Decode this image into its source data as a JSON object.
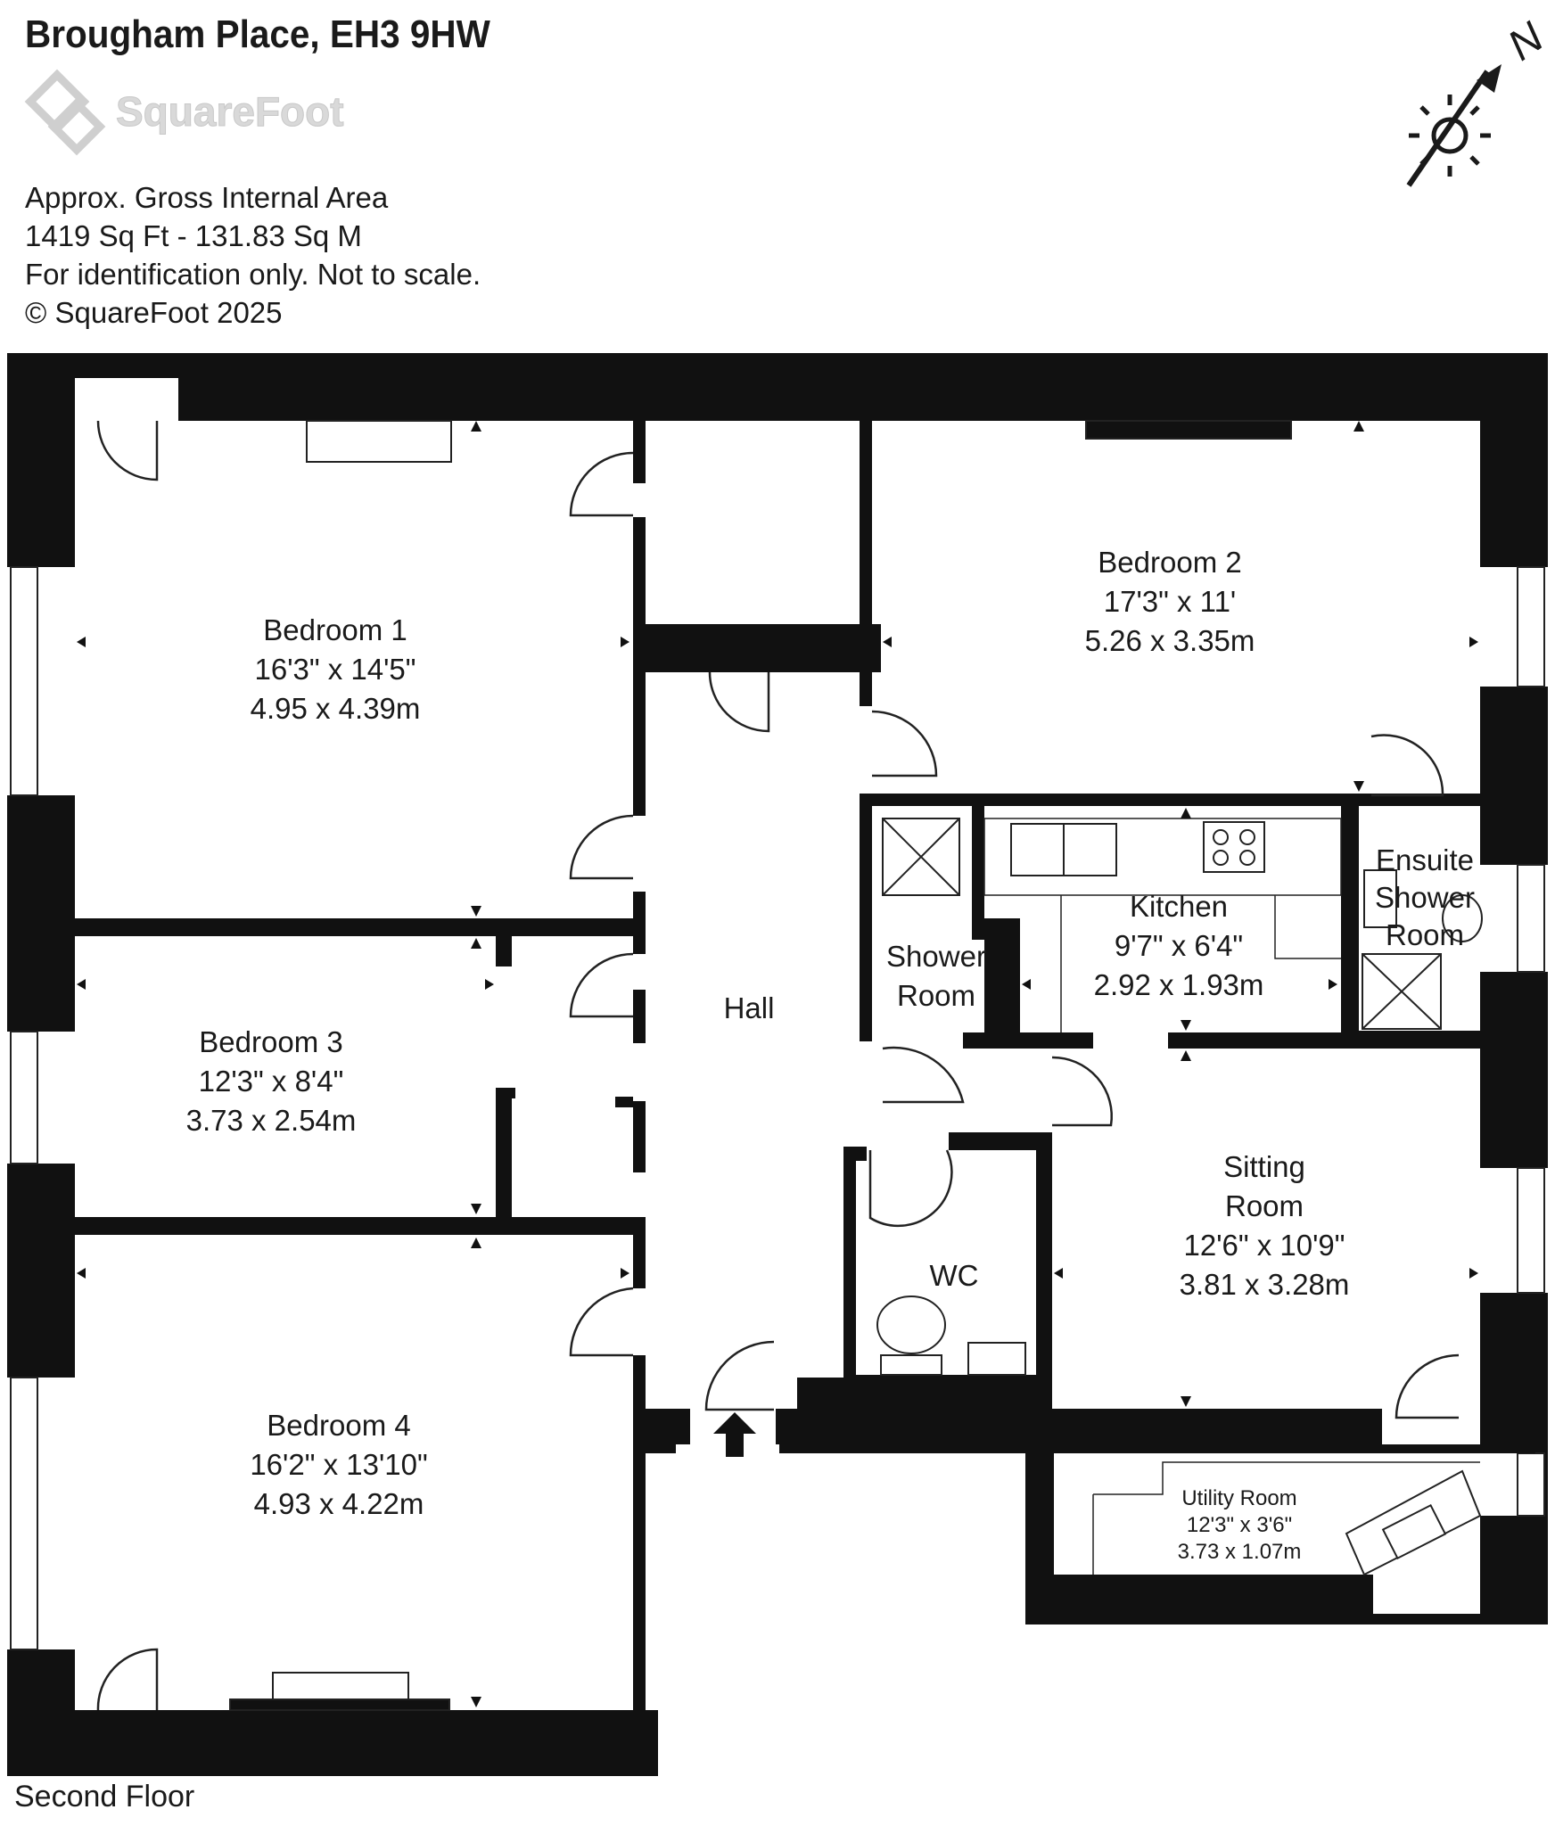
{
  "header": {
    "title": "Brougham Place, EH3 9HW",
    "logo_text": "SquareFoot"
  },
  "info": {
    "line1": "Approx. Gross Internal Area",
    "line2": "1419 Sq Ft  - 131.83  Sq M",
    "line3": "For identification only. Not to scale.",
    "line4": "© SquareFoot 2025"
  },
  "compass": {
    "label": "N",
    "icon": "north-arrow-icon"
  },
  "rooms": {
    "bedroom1": {
      "name": "Bedroom 1",
      "imperial": "16'3\" x 14'5\"",
      "metric": "4.95 x 4.39m"
    },
    "bedroom2": {
      "name": "Bedroom 2",
      "imperial": "17'3\" x 11'",
      "metric": "5.26 x 3.35m"
    },
    "bedroom3": {
      "name": "Bedroom 3",
      "imperial": "12'3\" x 8'4\"",
      "metric": "3.73 x 2.54m"
    },
    "bedroom4": {
      "name": "Bedroom 4",
      "imperial": "16'2\" x 13'10\"",
      "metric": "4.93 x 4.22m"
    },
    "kitchen": {
      "name": "Kitchen",
      "imperial": "9'7\" x 6'4\"",
      "metric": "2.92 x 1.93m"
    },
    "shower": {
      "line1": "Shower",
      "line2": "Room"
    },
    "ensuite": {
      "line1": "Ensuite",
      "line2": "Shower",
      "line3": "Room"
    },
    "hall": {
      "name": "Hall"
    },
    "wc": {
      "name": "WC"
    },
    "sitting": {
      "line1": "Sitting",
      "line2": "Room",
      "imperial": "12'6\" x 10'9\"",
      "metric": "3.81 x 3.28m"
    },
    "utility": {
      "name": "Utility Room",
      "imperial": "12'3\" x 3'6\"",
      "metric": "3.73 x 1.07m"
    }
  },
  "floor_label": "Second Floor"
}
